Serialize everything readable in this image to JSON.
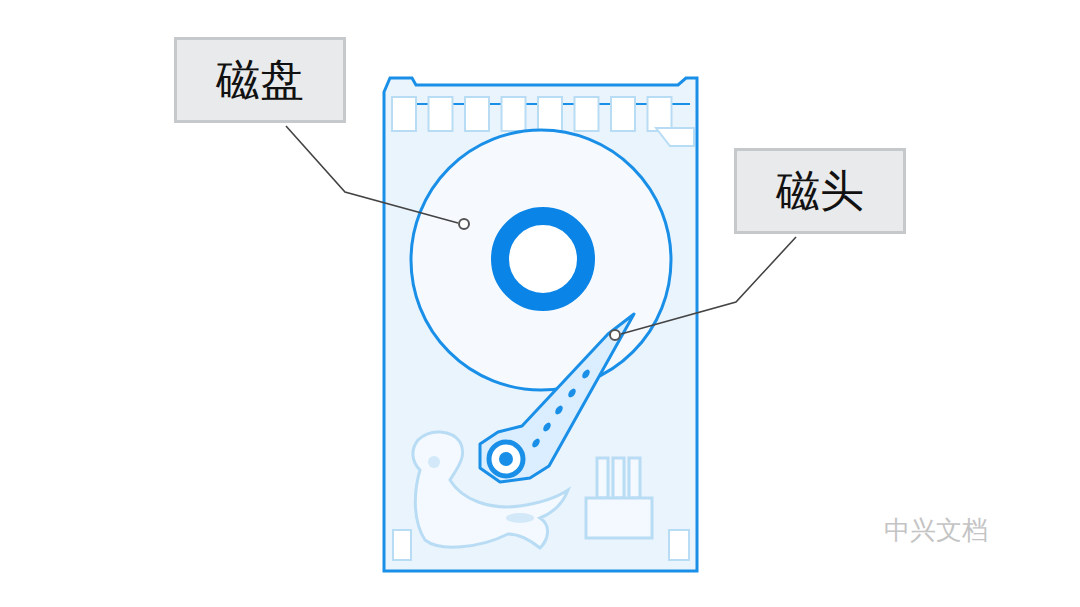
{
  "diagram": {
    "nodes": [
      {
        "text": [
          "磁盘"
        ]
      },
      {
        "text": [
          "磁头"
        ]
      }
    ],
    "labels": [
      "中兴文档"
    ]
  }
}
